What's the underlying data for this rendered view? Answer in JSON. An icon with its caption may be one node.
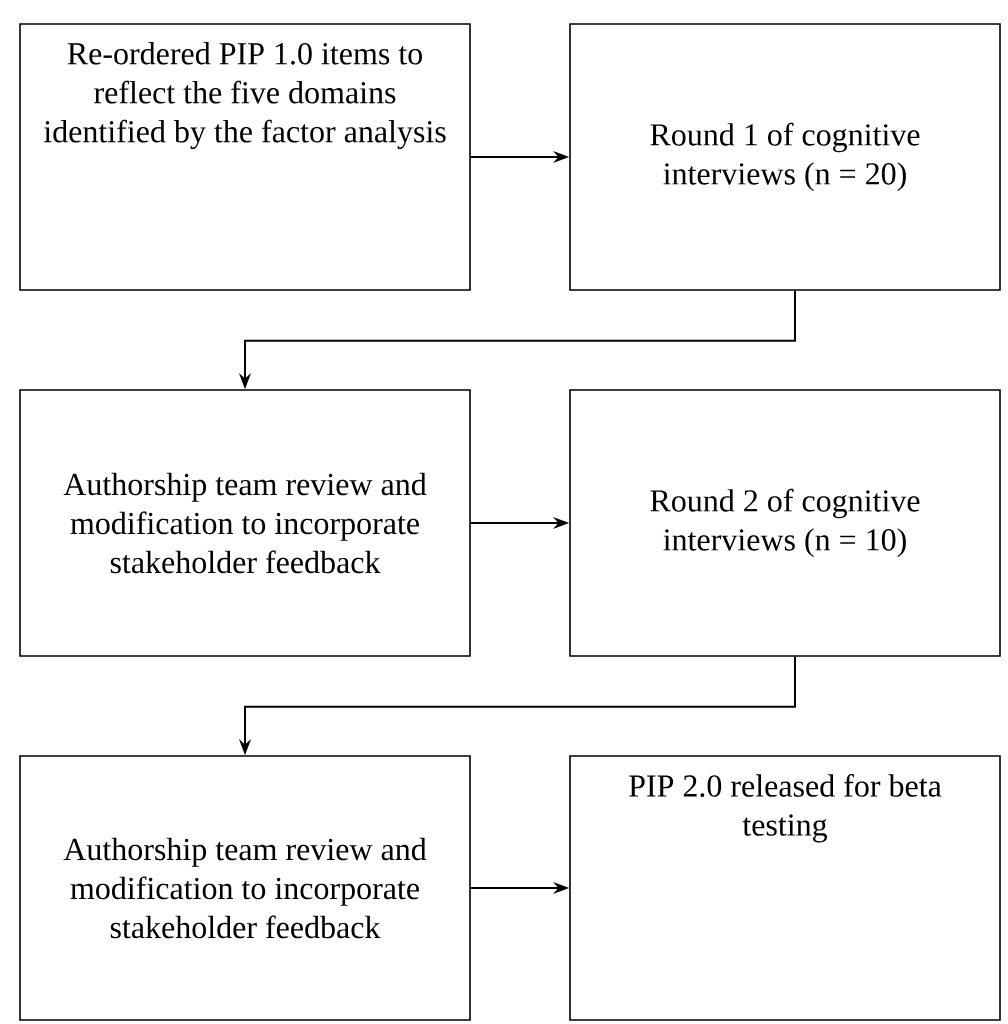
{
  "diagram": {
    "nodes": [
      {
        "text": [
          "Re-ordered PIP 1.0 items to reflect the five domains identified by the factor analysis"
        ]
      },
      {
        "text": [
          "Round 1 of cognitive interviews (n = 20)"
        ]
      },
      {
        "text": [
          "Authorship team review and modification to incorporate stakeholder feedback"
        ]
      },
      {
        "text": [
          "Round 2 of cognitive interviews (n = 10)"
        ]
      },
      {
        "text": [
          "Authorship team review and modification to incorporate stakeholder feedback"
        ]
      },
      {
        "text": [
          "PIP 2.0 released for beta testing"
        ]
      }
    ],
    "edges": [
      {
        "from": 0,
        "to": 1,
        "arrow": "to"
      },
      {
        "from": 1,
        "to": 2,
        "arrow": "to"
      },
      {
        "from": 2,
        "to": 3,
        "arrow": "to"
      },
      {
        "from": 3,
        "to": 4,
        "arrow": "to"
      },
      {
        "from": 4,
        "to": 5,
        "arrow": "to"
      }
    ]
  }
}
